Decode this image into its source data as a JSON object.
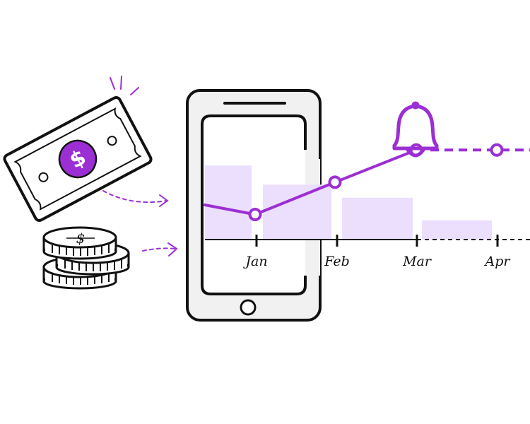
{
  "colors": {
    "accent": "#9b2fd4",
    "bar_fill": "#ecdffd",
    "stroke": "#111111",
    "phone_body": "#f1f1f1",
    "screen": "#ffffff"
  },
  "icons": [
    "dollar-bill-icon",
    "coin-stack-icon",
    "smartphone-icon",
    "bell-icon",
    "dashed-arrow-icon"
  ],
  "chart_data": {
    "type": "bar",
    "categories": [
      "Jan",
      "Feb",
      "Mar",
      "Apr"
    ],
    "bars": [
      0.62,
      0.46,
      0.35,
      0.16
    ],
    "line": [
      0.29,
      0.21,
      0.48,
      0.75,
      0.75
    ],
    "line_forecast_from_index": 2,
    "axis_forecast_from": "Mar",
    "title": "",
    "xlabel": "",
    "ylabel": ""
  },
  "bill": {
    "symbol": "$"
  },
  "coin": {
    "symbol": "$"
  }
}
